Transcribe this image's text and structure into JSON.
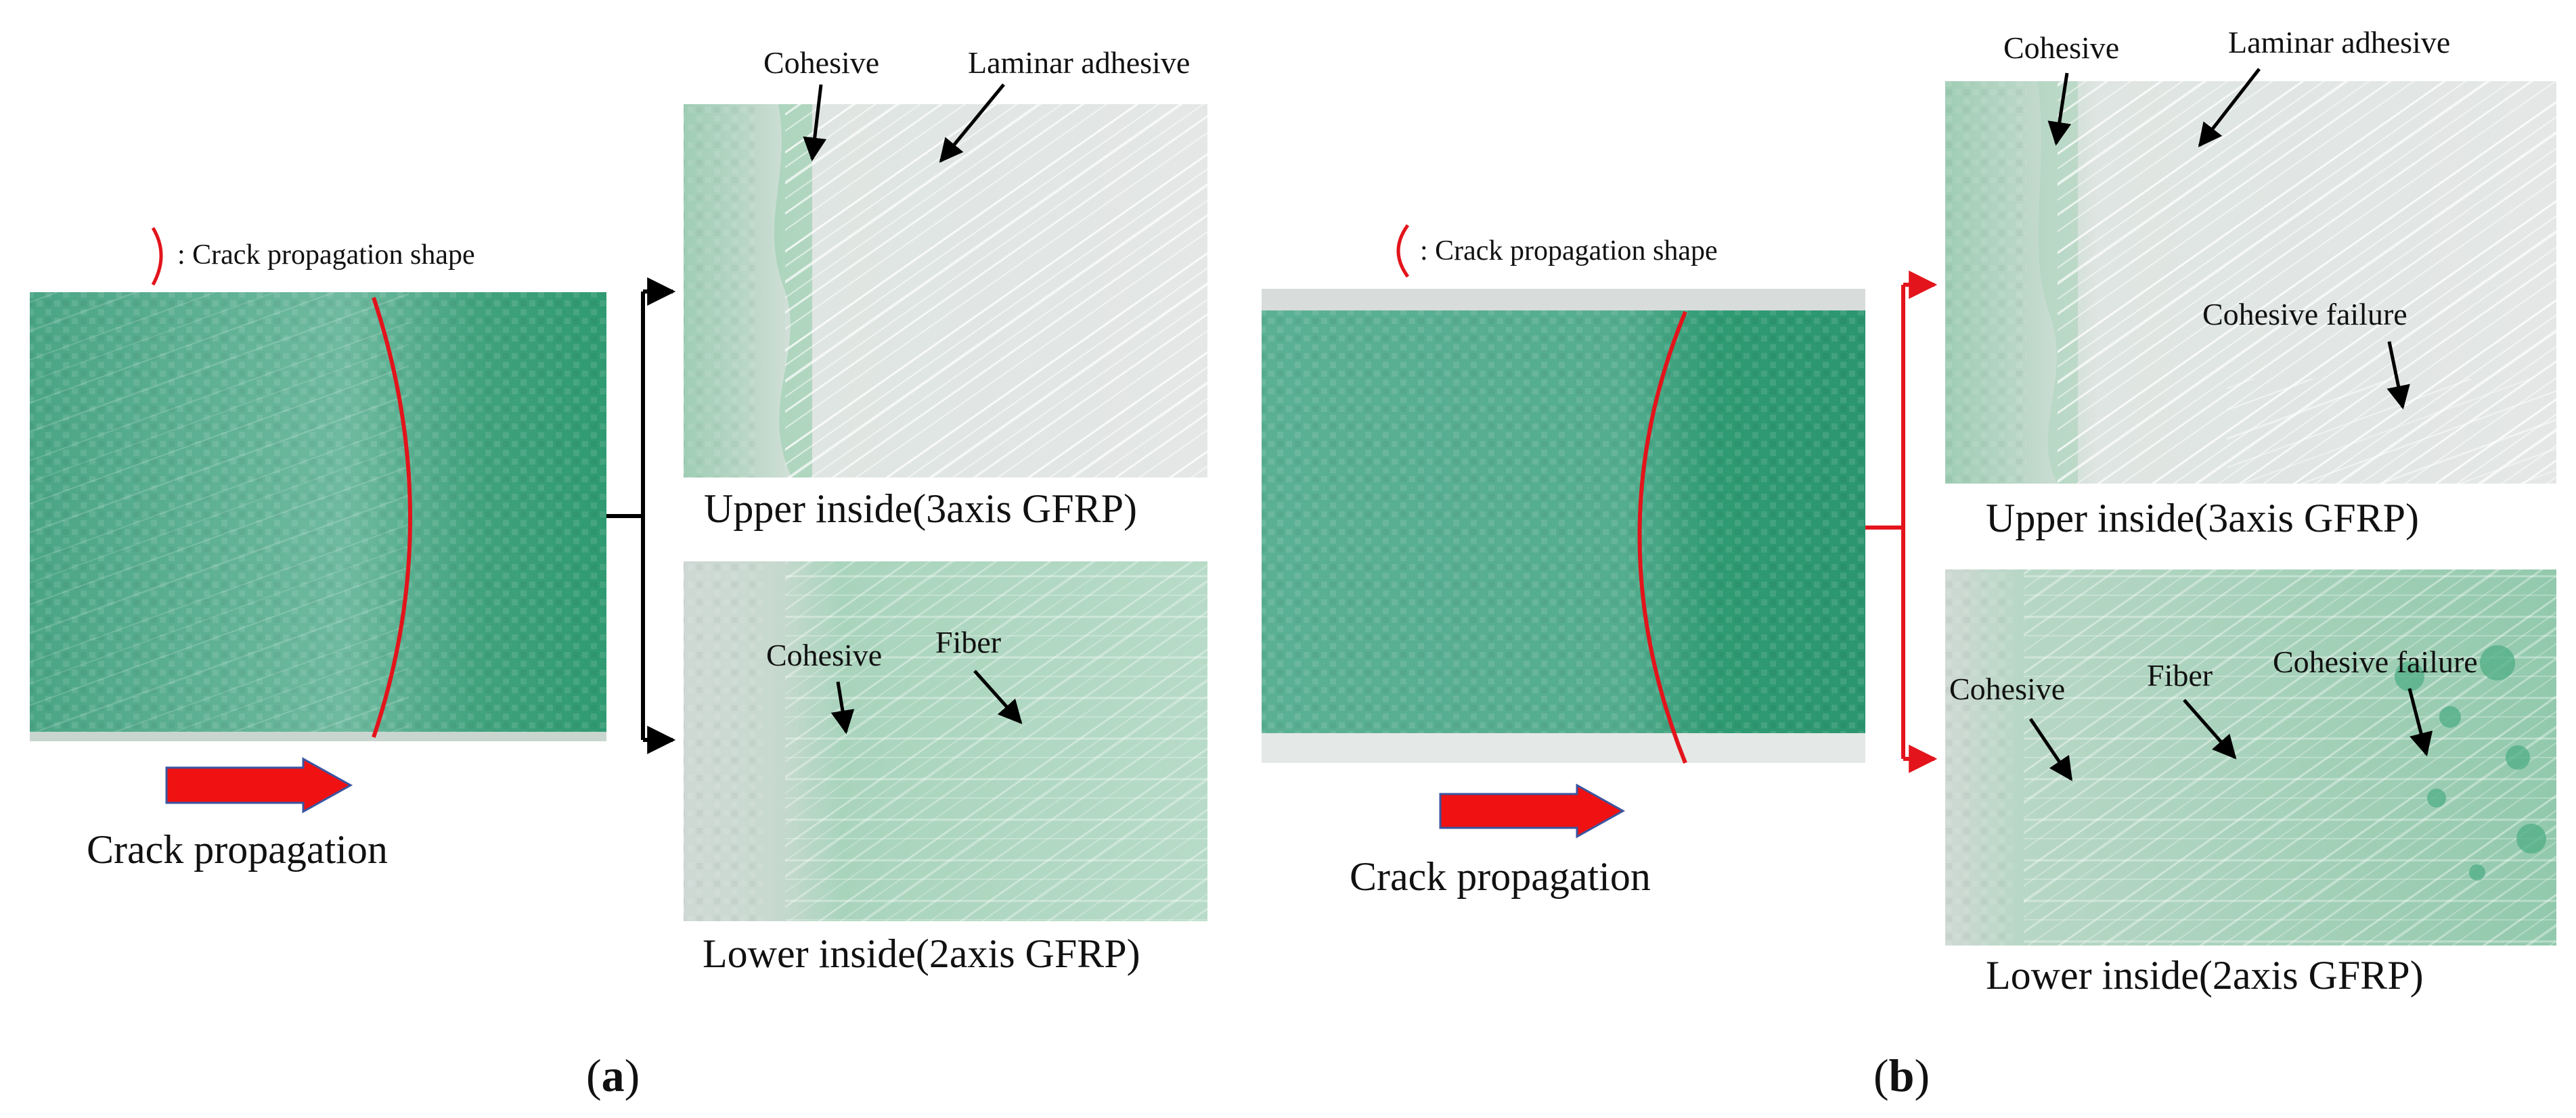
{
  "panels": [
    {
      "label": "a",
      "legend_text": ": Crack propagation shape",
      "arrow_caption": "Crack propagation",
      "upper": {
        "caption": "Upper inside(3axis  GFRP)",
        "annotations": [
          "Cohesive",
          "Laminar adhesive"
        ]
      },
      "lower": {
        "caption": "Lower inside(2axis  GFRP)",
        "annotations": [
          "Cohesive",
          "Fiber"
        ]
      }
    },
    {
      "label": "b",
      "legend_text": ": Crack propagation shape",
      "arrow_caption": "Crack propagation",
      "upper": {
        "caption": "Upper inside(3axis  GFRP)",
        "annotations": [
          "Cohesive",
          "Laminar adhesive",
          "Cohesive failure"
        ]
      },
      "lower": {
        "caption": "Lower inside(2axis  GFRP)",
        "annotations": [
          "Cohesive",
          "Fiber",
          "Cohesive failure"
        ]
      }
    }
  ],
  "colors": {
    "specimen_green": "#3aa67d",
    "fracture_white": "#d6dedb",
    "crack_line": "#e3141b",
    "arrow_fill": "#f01212",
    "arrow_outline": "#3a55a0",
    "connector_a": "#000000",
    "connector_b": "#e3141b"
  }
}
